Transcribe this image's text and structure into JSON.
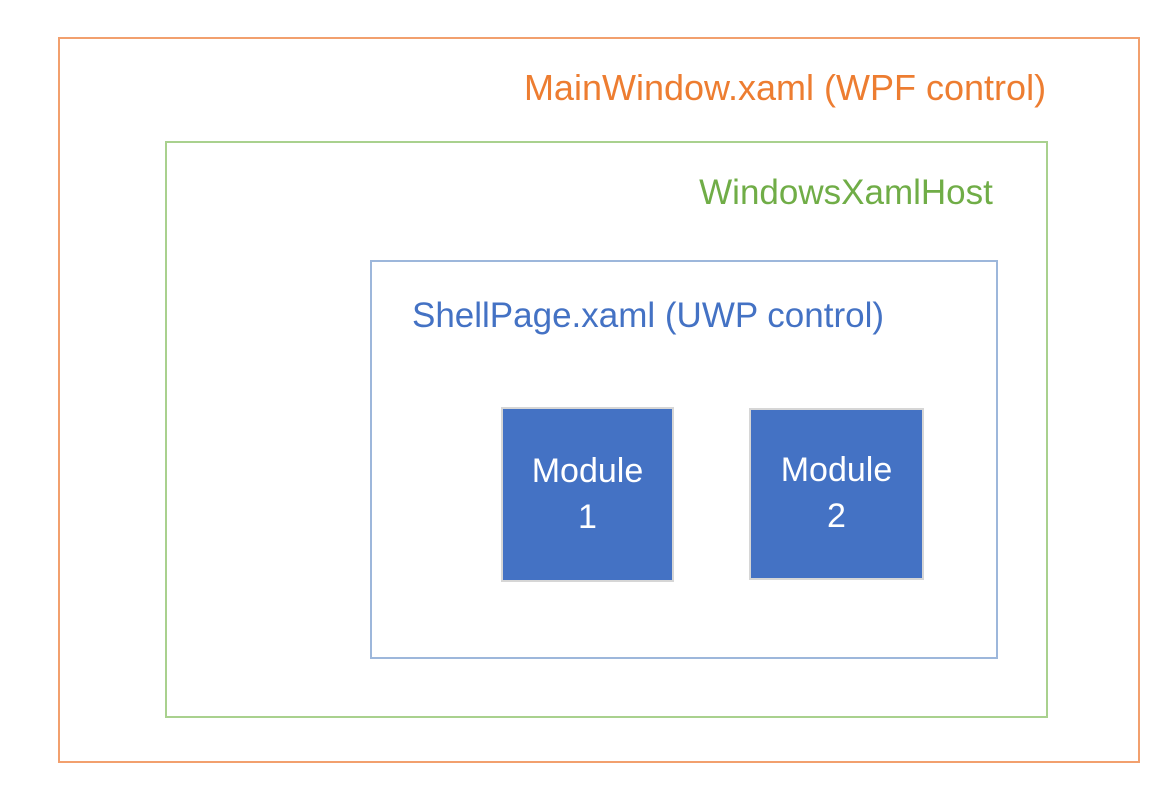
{
  "diagram": {
    "outer_box": {
      "label": "MainWindow.xaml (WPF control)",
      "text_color": "#ed7d31",
      "border_color": "#f2a06e"
    },
    "host_box": {
      "label": "WindowsXamlHost",
      "text_color": "#70ad47",
      "border_color": "#a9d18e"
    },
    "shell_box": {
      "label": "ShellPage.xaml (UWP control)",
      "text_color": "#4472c4",
      "border_color": "#9db7db"
    },
    "modules": [
      {
        "lines": [
          "Module",
          "1"
        ],
        "fill_color": "#4472c4",
        "text_color": "#ffffff",
        "border_color": "#d6d6d6"
      },
      {
        "lines": [
          "Module",
          "2"
        ],
        "fill_color": "#4472c4",
        "text_color": "#ffffff",
        "border_color": "#d6d6d6"
      }
    ]
  }
}
